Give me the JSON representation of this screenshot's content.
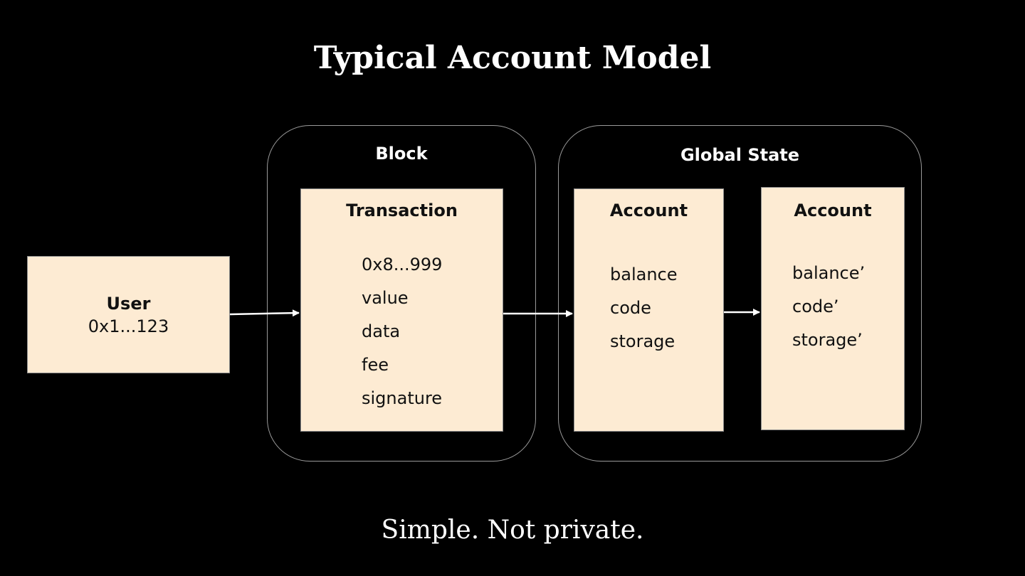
{
  "title": "Typical Account Model",
  "caption": "Simple. Not private.",
  "user": {
    "label": "User",
    "address": "0x1...123"
  },
  "block": {
    "label": "Block",
    "transaction": {
      "title": "Transaction",
      "fields": [
        "0x8...999",
        "value",
        "data",
        "fee",
        "signature"
      ]
    }
  },
  "global_state": {
    "label": "Global State",
    "account_before": {
      "title": "Account",
      "fields": [
        "balance",
        "code",
        "storage"
      ]
    },
    "account_after": {
      "title": "Account",
      "fields": [
        "balance’",
        "code’",
        "storage’"
      ]
    }
  },
  "colors": {
    "background": "#000000",
    "box_fill": "#fdebd3",
    "container_border": "#9a9a9a",
    "text_light": "#ffffff",
    "text_dark": "#111111"
  }
}
